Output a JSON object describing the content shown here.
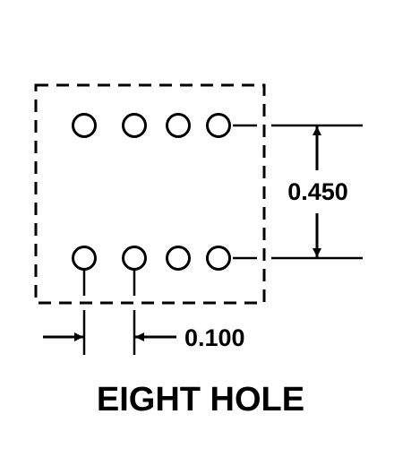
{
  "diagram": {
    "title": "EIGHT HOLE",
    "vertical_dimension": "0.450",
    "horizontal_dimension": "0.100",
    "hole_count": 8,
    "rows": 2,
    "holes_per_row": 4,
    "line_color": "#000000",
    "background_color": "#ffffff"
  }
}
